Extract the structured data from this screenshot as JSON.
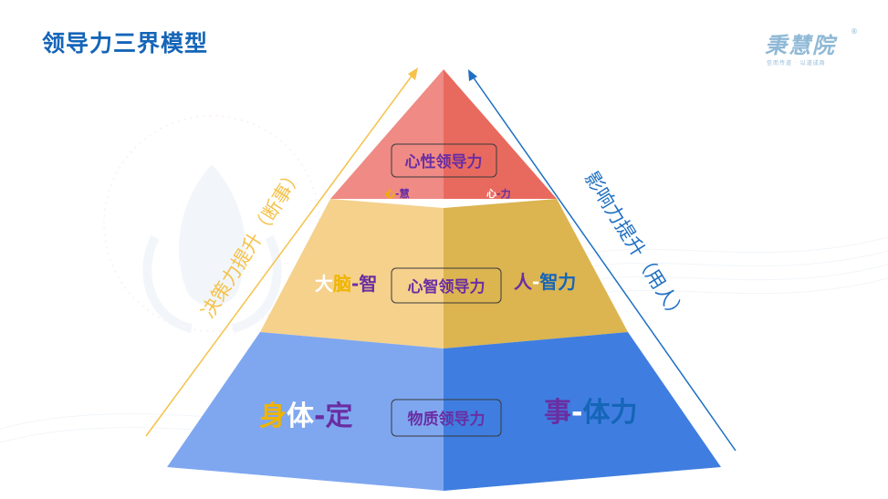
{
  "title": "领导力三界模型",
  "logo": {
    "name": "秉慧院",
    "registered": "®",
    "slogan": "信而传道 · 以道成商"
  },
  "colors": {
    "title": "#1565b8",
    "top_left": "#ef8a85",
    "top_right": "#e86a5e",
    "mid_left": "#f5d18c",
    "mid_right": "#dcb450",
    "bot_left": "#7fa7f0",
    "bot_right": "#3f7ee0",
    "purple": "#6a2ea2",
    "gold": "#f0b400",
    "blue": "#1565b8",
    "left_arrow": "#f5c24a",
    "right_arrow": "#1e6fc2"
  },
  "pyramid": {
    "top": {
      "box": "心性领导力",
      "left_small": [
        "心",
        "-",
        "慧"
      ],
      "right_small": [
        "心",
        "-",
        "力"
      ]
    },
    "middle": {
      "box": "心智领导力",
      "left": [
        "大",
        "脑",
        "-",
        "智"
      ],
      "right": [
        "人",
        "-",
        "智力"
      ]
    },
    "bottom": {
      "box": "物质领导力",
      "left": [
        "身",
        "体",
        "-",
        "定"
      ],
      "right": [
        "事",
        "-",
        "体力"
      ]
    }
  },
  "left_diagonal": "决策力提升（断事）",
  "right_diagonal": "影响力提升（用人）"
}
